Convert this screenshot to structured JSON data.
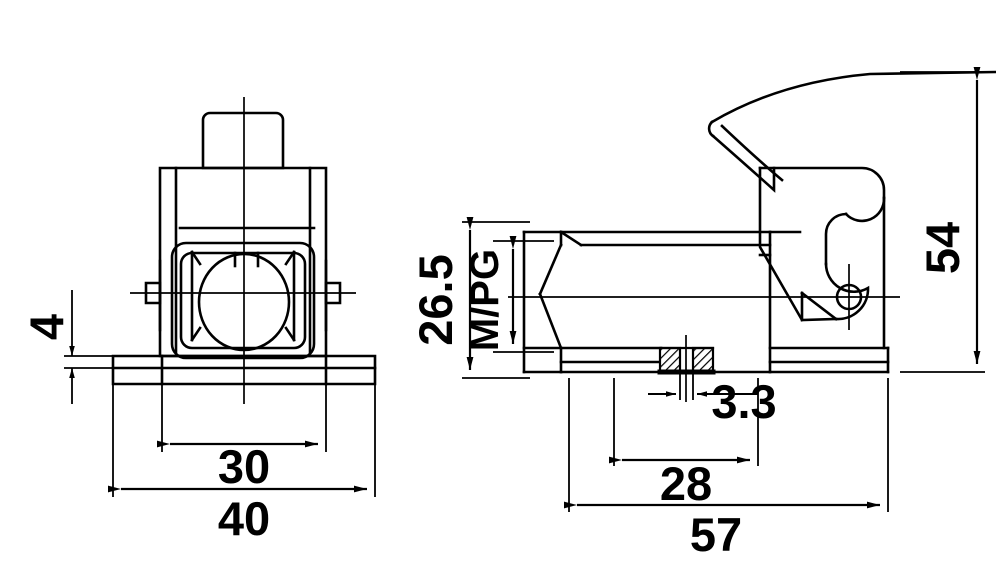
{
  "drawing": {
    "title": "Connector hood / housing dimensional drawing",
    "sheet_background": "#ffffff",
    "line_color": "#000000",
    "views": [
      {
        "name": "front-view",
        "description": "Front elevation of connector housing with mounting flange"
      },
      {
        "name": "side-view",
        "description": "Side elevation of connector housing with locking lever"
      }
    ]
  },
  "dimensions": {
    "height_4": "4",
    "width_30": "30",
    "width_40": "40",
    "height_26_5": "26.5",
    "label_mpg": "M/PG",
    "width_3_3": "3.3",
    "width_28": "28",
    "width_57": "57",
    "height_54": "54"
  },
  "units": "mm",
  "colors": {
    "line": "#000000",
    "background": "#ffffff",
    "hatch": "#000000"
  }
}
